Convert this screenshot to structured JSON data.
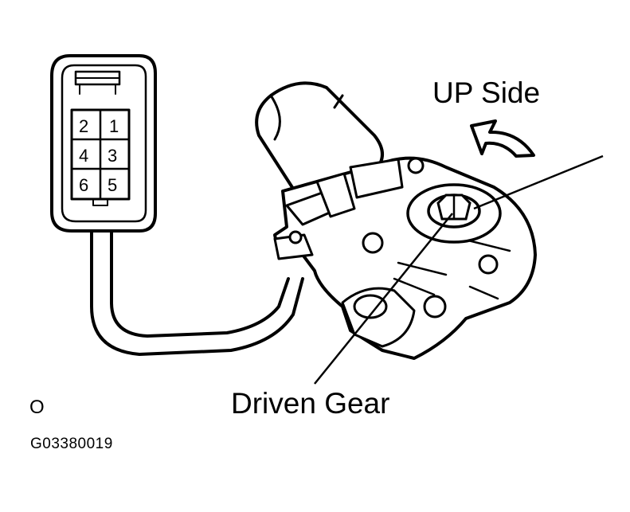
{
  "labels": {
    "up_side": "UP Side",
    "driven_gear": "Driven Gear",
    "marker": "O",
    "figure_id": "G03380019"
  },
  "connector": {
    "pins": [
      "2",
      "1",
      "4",
      "3",
      "6",
      "5"
    ]
  },
  "colors": {
    "line": "#000000",
    "background": "#ffffff"
  }
}
